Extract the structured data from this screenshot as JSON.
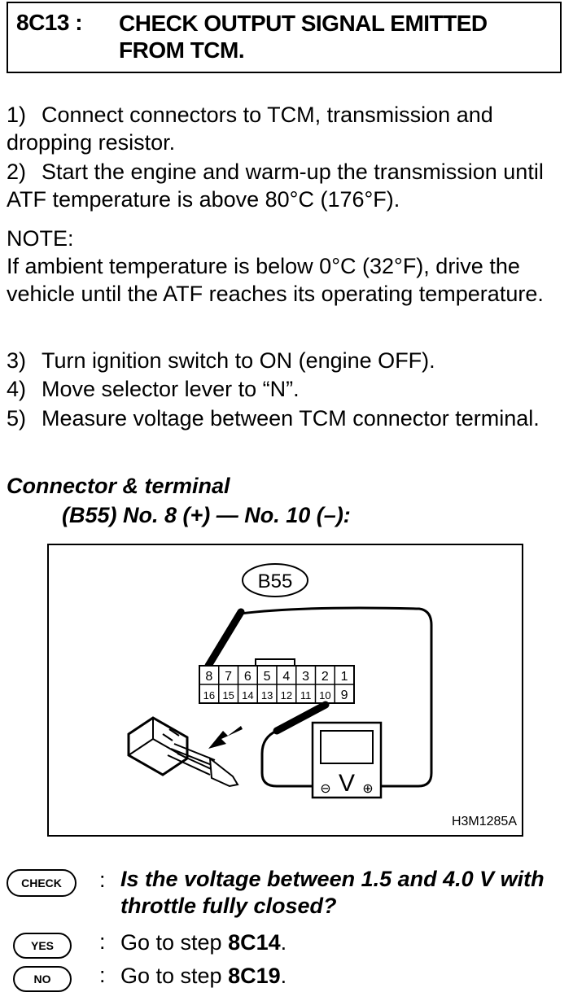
{
  "header": {
    "step_id": "8C13 :",
    "title": "CHECK OUTPUT SIGNAL EMITTED FROM TCM."
  },
  "steps": [
    {
      "num": "1)",
      "text": "Connect connectors to TCM, transmission and dropping resistor."
    },
    {
      "num": "2)",
      "text": "Start the engine and warm-up the transmission until ATF temperature is above 80°C (176°F)."
    }
  ],
  "note": {
    "label": "NOTE:",
    "text": "If ambient temperature is below 0°C (32°F), drive the vehicle until the ATF reaches its operating temperature."
  },
  "steps2": [
    {
      "num": "3)",
      "text": "Turn ignition switch to ON (engine OFF)."
    },
    {
      "num": "4)",
      "text": "Move selector lever to “N”."
    },
    {
      "num": "5)",
      "text": "Measure voltage between TCM connector terminal."
    }
  ],
  "connector": {
    "label": "Connector & terminal",
    "pins": "(B55) No. 8 (+) — No. 10 (–):"
  },
  "figure": {
    "connector_id": "B55",
    "top_row": [
      "8",
      "7",
      "6",
      "5",
      "4",
      "3",
      "2",
      "1"
    ],
    "bottom_row": [
      "16",
      "15",
      "14",
      "13",
      "12",
      "11",
      "10",
      "9"
    ],
    "meter_symbol": "V",
    "meter_minus": "⊖",
    "meter_plus": "⊕",
    "figure_id": "H3M1285A"
  },
  "check": {
    "badge": "CHECK",
    "colon": ":",
    "question": "Is the voltage between 1.5 and 4.0 V with throttle fully closed?"
  },
  "yes": {
    "badge": "YES",
    "colon": ":",
    "prefix": "Go to step ",
    "target": "8C14",
    "suffix": "."
  },
  "no": {
    "badge": "NO",
    "colon": ":",
    "prefix": "Go to step ",
    "target": "8C19",
    "suffix": "."
  }
}
